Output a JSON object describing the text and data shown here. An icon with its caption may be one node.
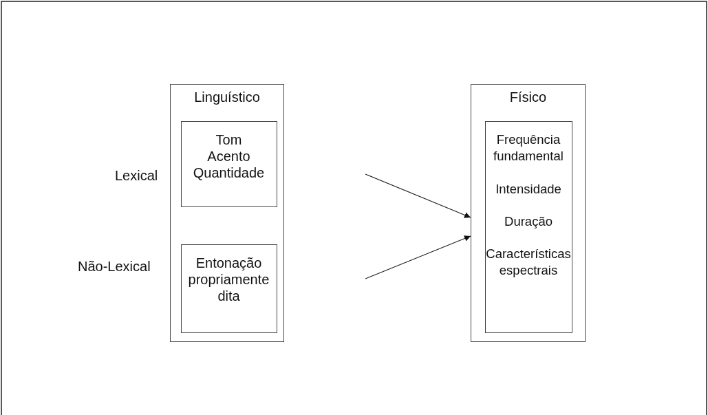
{
  "diagram": {
    "nodes": [
      {
        "text": [
          "Linguístico"
        ]
      },
      {
        "text": [
          "Tom",
          "Acento",
          "Quantidade"
        ],
        "in": 0
      },
      {
        "text": [
          "Entonação propriamente dita"
        ],
        "in": 0
      },
      {
        "text": [
          "Físico"
        ]
      },
      {
        "text": [
          "Frequência fundamental",
          "Intensidade",
          "Duração",
          "Características espectrais"
        ],
        "in": 3
      }
    ],
    "edges": [
      {
        "from": null,
        "to": 3,
        "arrow": "to"
      },
      {
        "from": null,
        "to": 3,
        "arrow": "to"
      }
    ],
    "labels": [
      "Lexical",
      "Não-Lexical"
    ]
  }
}
